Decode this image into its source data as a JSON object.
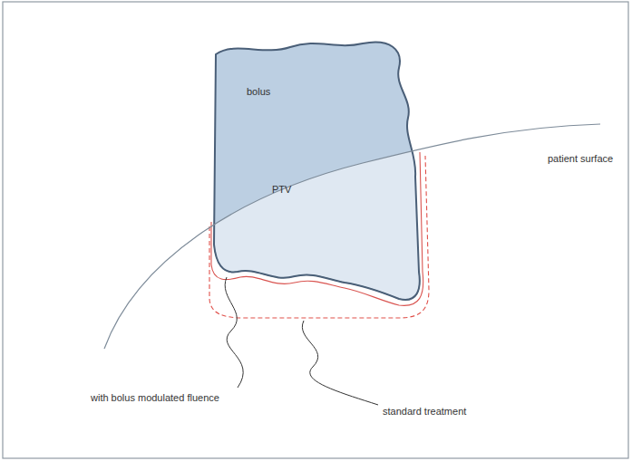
{
  "diagram": {
    "labels": [
      "bolus",
      "PTV",
      "patient surface",
      "with bolus modulated fluence",
      "standard treatment"
    ]
  }
}
